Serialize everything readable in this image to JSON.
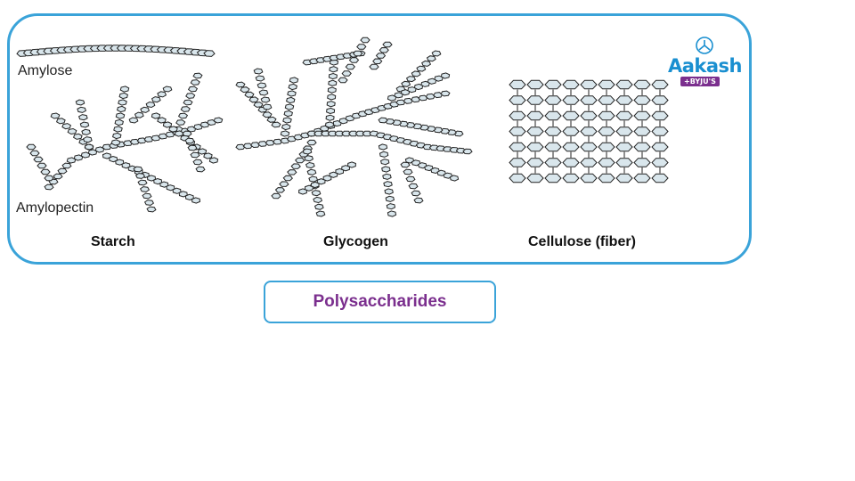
{
  "labels": {
    "amylose": "Amylose",
    "amylopectin": "Amylopectin",
    "starch": "Starch",
    "glycogen": "Glycogen",
    "cellulose": "Cellulose (fiber)"
  },
  "title": "Polysaccharides",
  "logo": {
    "word": "Aakash",
    "badge": "+BYJU'S",
    "icon": "aakash-emblem-icon"
  },
  "colors": {
    "border": "#3aa3d9",
    "title": "#7b2f8e",
    "hexagon_fill": "#d9e6ec",
    "hexagon_stroke": "#222222"
  }
}
